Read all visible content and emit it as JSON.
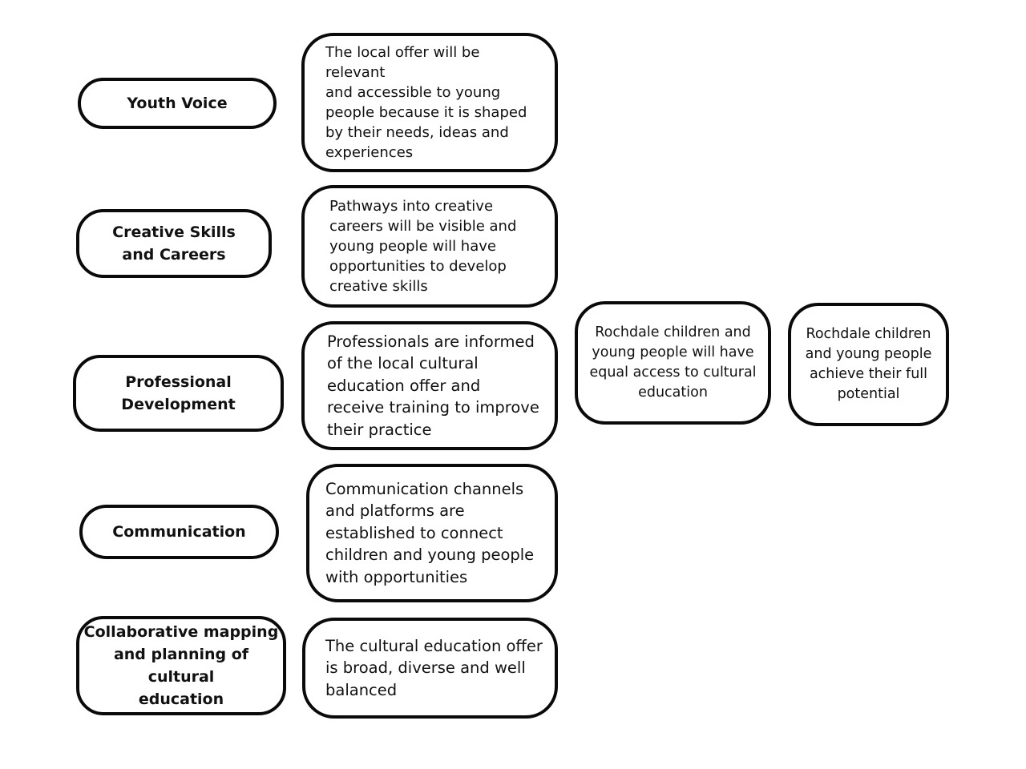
{
  "themes": [
    {
      "label": "Youth Voice"
    },
    {
      "label": "Creative Skills\nand Careers"
    },
    {
      "label": "Professional\nDevelopment"
    },
    {
      "label": "Communication"
    },
    {
      "label": "Collaborative mapping\nand planning of cultural\neducation"
    }
  ],
  "outcomes": [
    {
      "text": "The local offer will be relevant\nand accessible to young\npeople because it is shaped\nby their needs, ideas and\nexperiences"
    },
    {
      "text": "Pathways into creative\ncareers will be visible and\nyoung people will have\nopportunities to develop\ncreative skills"
    },
    {
      "text": "Professionals are informed\nof the local cultural\neducation offer and\nreceive training to improve\ntheir practice"
    },
    {
      "text": "Communication channels\nand platforms are\nestablished to connect\nchildren and young people\nwith opportunities"
    },
    {
      "text": "The cultural education offer\nis broad, diverse and well\nbalanced"
    }
  ],
  "goals": [
    {
      "text": "Rochdale children and\nyoung people will have\nequal access to cultural\neducation"
    },
    {
      "text": "Rochdale children\nand young people\nachieve their full\npotential"
    }
  ]
}
